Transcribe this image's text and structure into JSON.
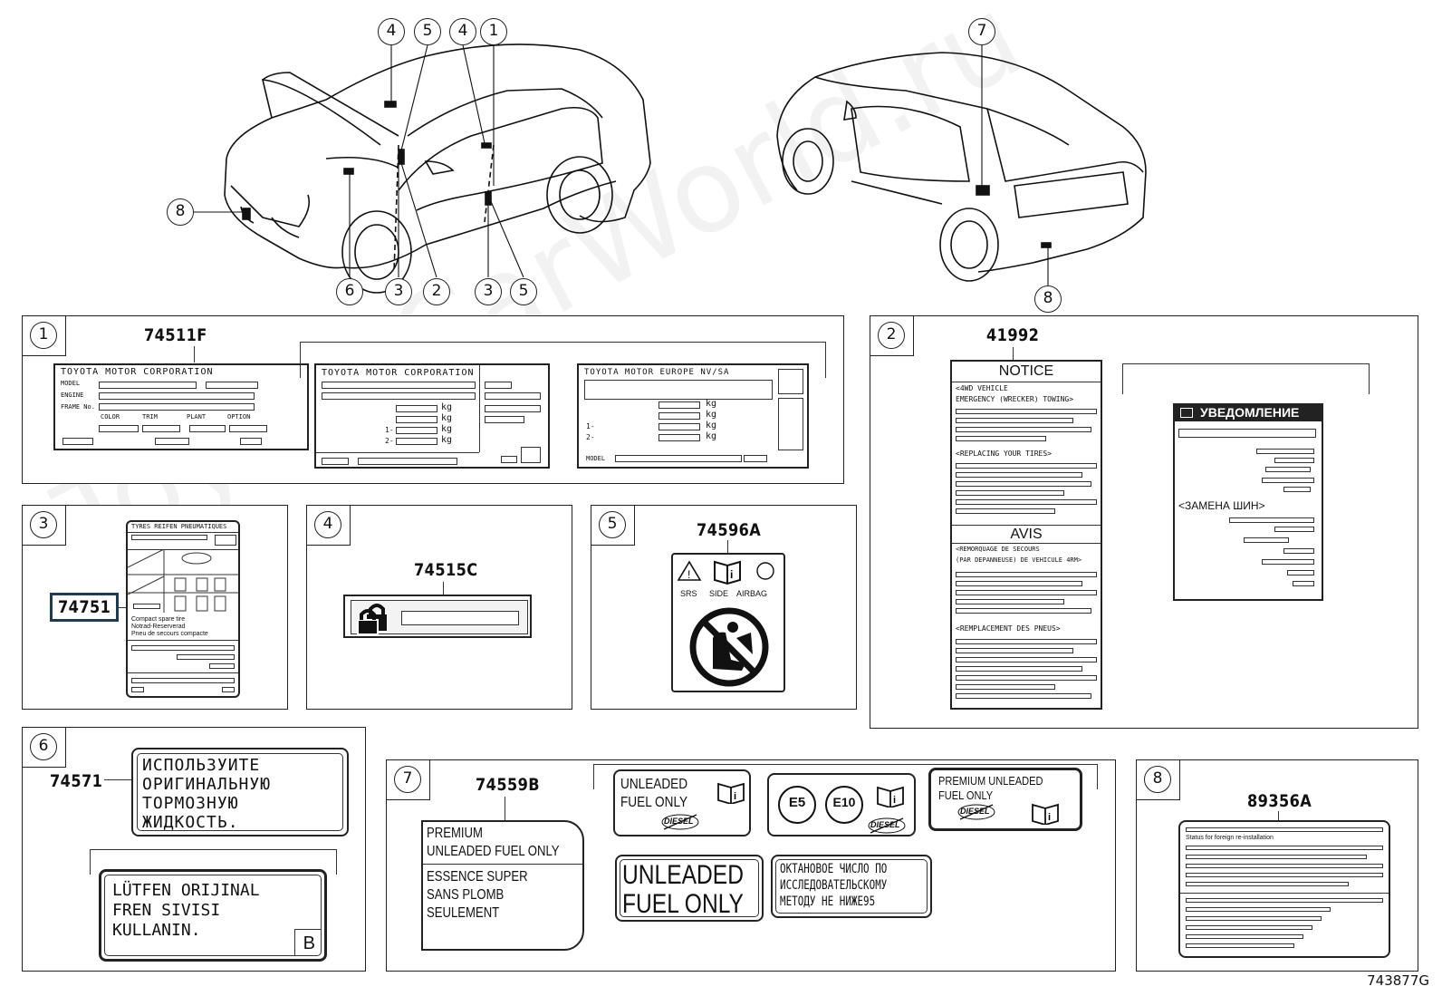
{
  "watermark": "ToyotaCarWorld.ru",
  "callouts_front": [
    "4",
    "5",
    "4",
    "1",
    "8",
    "6",
    "3",
    "2",
    "3",
    "5"
  ],
  "callouts_rear": [
    "7",
    "8"
  ],
  "panel1": {
    "num": "1",
    "part": "74511F",
    "label_a": {
      "title": "TOYOTA  MOTOR  CORPORATION",
      "rows": [
        "MODEL",
        "ENGINE",
        "FRAME No."
      ],
      "cols": [
        "COLOR",
        "TRIM",
        "PLANT",
        "OPTION"
      ]
    },
    "label_b": {
      "title": "TOYOTA  MOTOR  CORPORATION",
      "units": [
        "kg",
        "kg",
        "kg",
        "kg"
      ],
      "rows": [
        "1-",
        "2-"
      ]
    },
    "label_c": {
      "title": "TOYOTA   MOTOR   EUROPE   NV/SA",
      "units": [
        "kg",
        "kg",
        "kg",
        "kg"
      ],
      "rows": [
        "1-",
        "2-"
      ],
      "model": "MODEL"
    }
  },
  "panel2": {
    "num": "2",
    "part": "41992",
    "notice": "NOTICE",
    "notice_lines": [
      "<4WD  VEHICLE",
      " EMERGENCY  (WRECKER)  TOWING>"
    ],
    "replacing": "<REPLACING  YOUR  TIRES>",
    "avis": "AVIS",
    "avis_lines": [
      "<REMORQUAGE  DE  SECOURS",
      " (PAR  DEPANNEUSE)  DE  VEHICULE  4RM>"
    ],
    "remplacement": "<REMPLACEMENT  DES  PNEUS>",
    "ru_title": "УВЕДОМЛЕНИЕ",
    "ru_replace": "<ЗАМЕНА ШИН>"
  },
  "panel3": {
    "num": "3",
    "part": "74751",
    "header": "TYRES  REIFEN  PNEUMATIQUES",
    "lines": [
      "Compact spare tire",
      "Notrad-Reserverad",
      "Pneu de secours compacte"
    ]
  },
  "panel4": {
    "num": "4",
    "part": "74515C"
  },
  "panel5": {
    "num": "5",
    "part": "74596A",
    "labels": [
      "SRS",
      "SIDE",
      "AIRBAG"
    ]
  },
  "panel6": {
    "num": "6",
    "part": "74571",
    "ru_lines": [
      "ИСПОЛЬЗУИТЕ",
      "ОРИГИНАЛЬНУЮ",
      "ТОРМОЗНУЮ",
      "ЖИДКОСТЬ."
    ],
    "tr_lines": [
      "LÜTFEN  ORIJINAL",
      "FREN  SIVISI",
      "KULLANIN."
    ],
    "tr_tag": "B"
  },
  "panel7": {
    "num": "7",
    "part": "74559B",
    "premium_lines": [
      "PREMIUM",
      "UNLEADED FUEL ONLY"
    ],
    "essence_lines": [
      "ESSENCE SUPER",
      "SANS PLOMB",
      "SEULEMENT"
    ],
    "unleaded_small": [
      "UNLEADED",
      "FUEL ONLY"
    ],
    "diesel": "DIESEL",
    "e5": "E5",
    "e10": "E10",
    "premium_unleaded": [
      "PREMIUM  UNLEADED",
      "FUEL ONLY"
    ],
    "unleaded_big": [
      "UNLEADED",
      "FUEL ONLY"
    ],
    "octane_lines": [
      "ОКТАНОВОЕ  ЧИСЛО  ПО",
      "ИССЛЕДОВАТЕЛЬСКОМУ",
      "МЕТОДУ  НЕ  НИЖЕ95"
    ]
  },
  "panel8": {
    "num": "8",
    "part": "89356A",
    "line": "Status  for  foreign  re-installation"
  },
  "figure_id": "743877G"
}
